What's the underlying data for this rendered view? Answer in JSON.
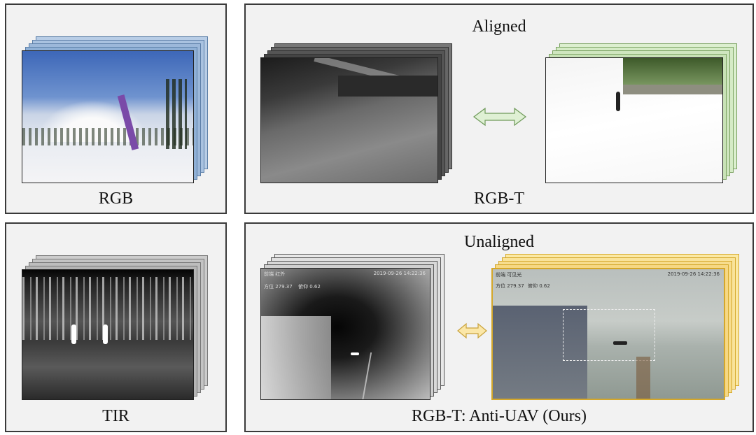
{
  "panels": {
    "rgb": {
      "caption": "RGB"
    },
    "rgbt": {
      "title": "Aligned",
      "caption": "RGB-T"
    },
    "tir": {
      "caption": "TIR"
    },
    "antiuav": {
      "title": "Unaligned",
      "caption": "RGB-T: Anti-UAV (Ours)"
    }
  },
  "overlays": {
    "ir_label": "前端 红外",
    "vis_label": "前端 可见光",
    "timestamp": "2019-09-26 14:22:36",
    "azimuth": "方位 279.37",
    "elevation": "俯仰 0.62"
  },
  "colors": {
    "rgb_stack": "#8fb0d6",
    "aligned_stack": "#cfe6bf",
    "ir_stack": "#bdbdbd",
    "vis_stack": "#f6dc86",
    "arrow_green": "#dff0d4",
    "arrow_yellow": "#fbe7a8"
  }
}
